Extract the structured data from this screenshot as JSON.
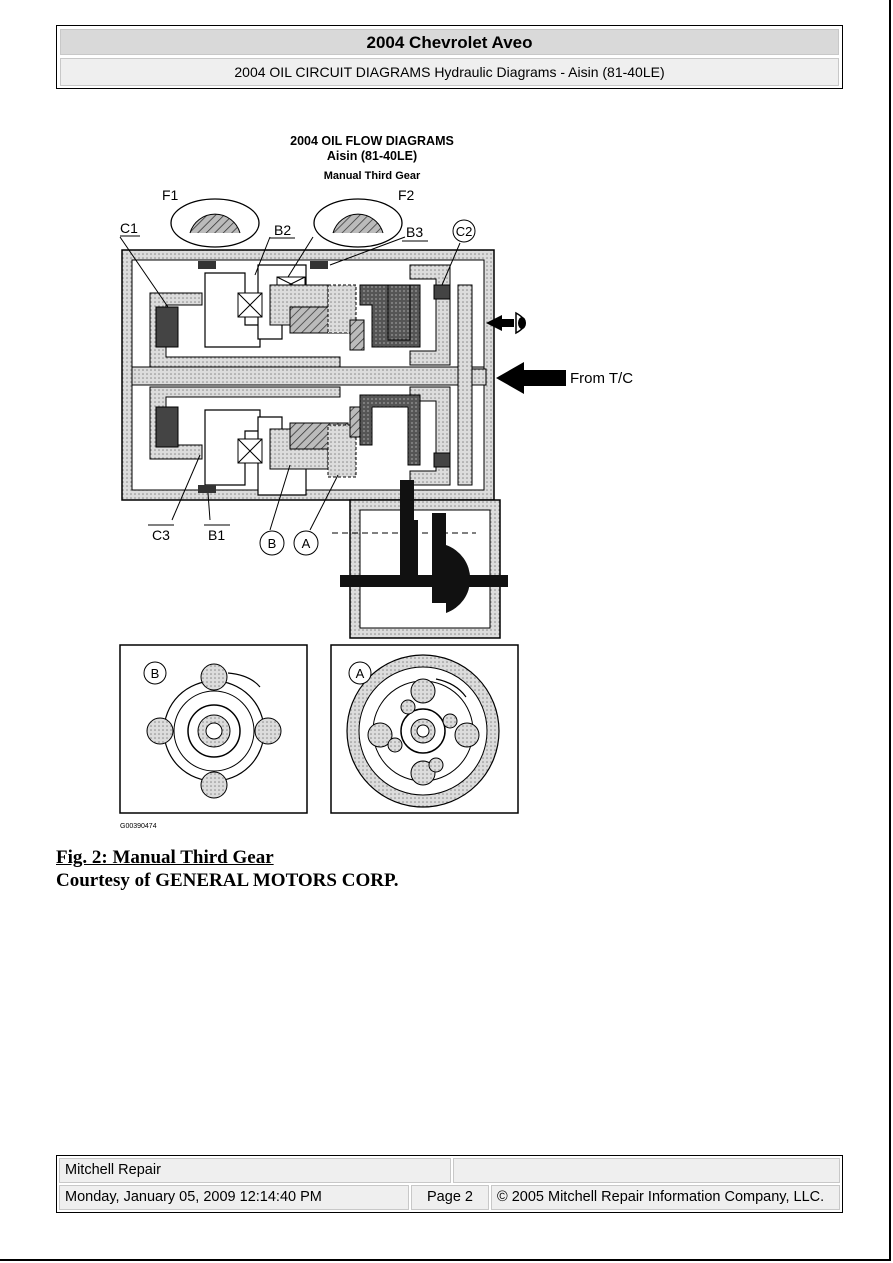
{
  "header": {
    "title": "2004 Chevrolet Aveo",
    "subtitle": "2004 OIL CIRCUIT DIAGRAMS Hydraulic Diagrams - Aisin (81-40LE)"
  },
  "figure": {
    "heading1": "2004 OIL FLOW DIAGRAMS",
    "heading2": "Aisin (81-40LE)",
    "heading3": "Manual Third Gear",
    "labels": {
      "f1": "F1",
      "f2": "F2",
      "c1": "C1",
      "b2": "B2",
      "b3": "B3",
      "c2": "C2",
      "c3": "C3",
      "b1": "B1",
      "b": "B",
      "a": "A",
      "from_tc": "From T/C",
      "inset_b": "B",
      "inset_a": "A"
    },
    "code": "G00390474",
    "colors": {
      "fill_gray": "#c4c4c4",
      "fill_dark": "#4a4a4a",
      "line": "#000000"
    }
  },
  "caption": {
    "fig_title": "Fig. 2: Manual Third Gear",
    "courtesy": "Courtesy of GENERAL MOTORS CORP."
  },
  "footer": {
    "brand": "Mitchell Repair",
    "date": "Monday, January 05, 2009 12:14:40 PM",
    "page": "Page 2",
    "copyright": "© 2005 Mitchell Repair Information Company, LLC."
  }
}
